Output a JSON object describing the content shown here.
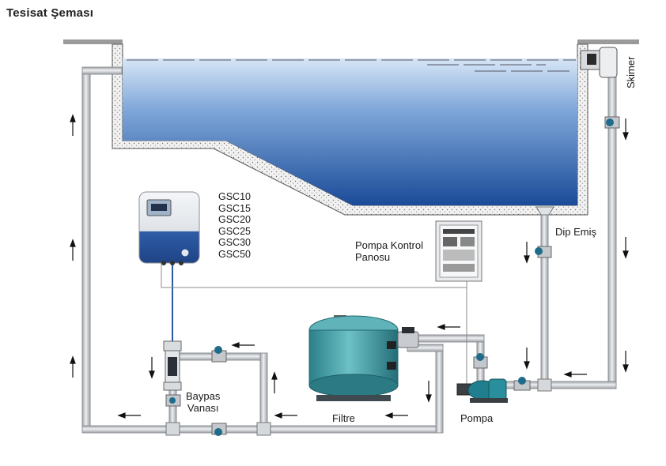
{
  "title": "Tesisat Şeması",
  "labels": {
    "skimer": "Skimer",
    "dip_emis": "Dip Emiş",
    "pompa_kontrol_line1": "Pompa Kontrol",
    "pompa_kontrol_line2": "Panosu",
    "filtre": "Filtre",
    "pompa": "Pompa",
    "baypas_line1": "Baypas",
    "baypas_line2": "Vanası"
  },
  "models": [
    "GSC10",
    "GSC15",
    "GSC20",
    "GSC25",
    "GSC30",
    "GSC50"
  ],
  "colors": {
    "pipe": "#c9ccd0",
    "pipe_edge": "#8d9196",
    "water_top": "#cfe0f5",
    "water_bottom": "#1d4f9c",
    "wall": "#efefef",
    "valve": "#1e6b8a",
    "filter_tank": "#3f9aa3",
    "device_body": "#2c5aa0"
  }
}
